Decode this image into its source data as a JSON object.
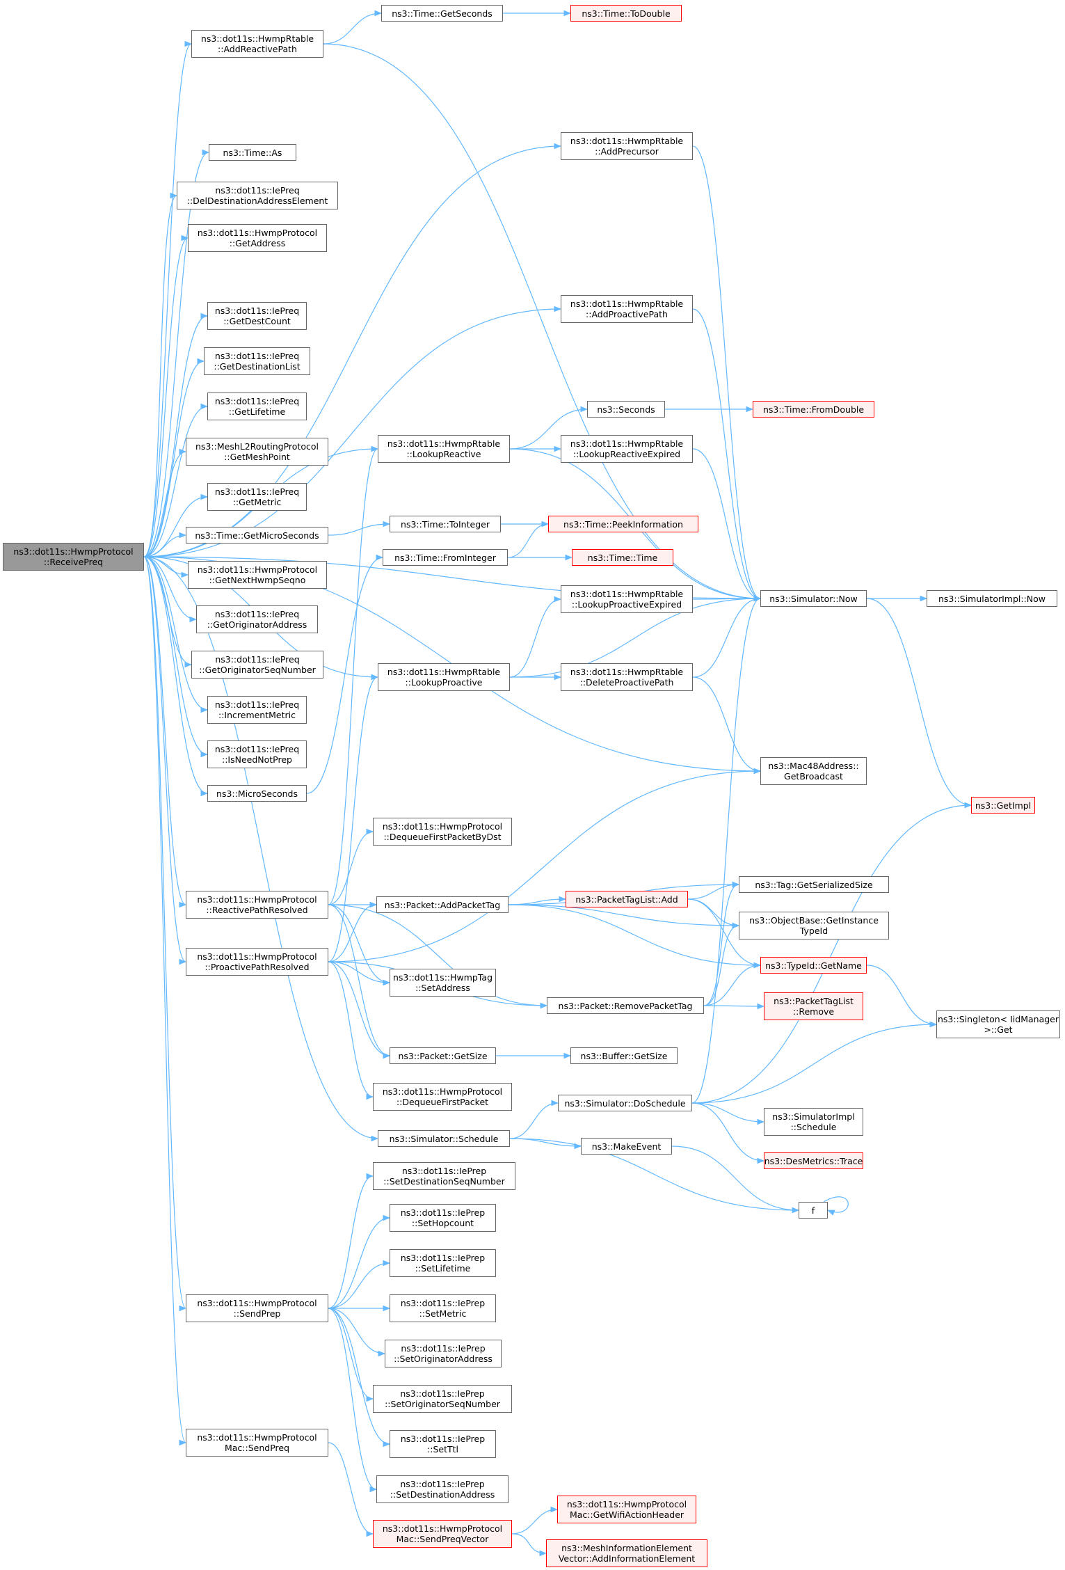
{
  "colors": {
    "edge": "#63b8ff",
    "node_border": "#666666",
    "red_border": "#ff0000",
    "red_fill": "#fff0f0",
    "root_fill": "#999999"
  },
  "nodes": [
    {
      "id": "root",
      "lines": [
        "ns3::dot11s::HwmpProtocol",
        "::ReceivePreq"
      ],
      "style": "root"
    },
    {
      "id": "AddReactivePath",
      "lines": [
        "ns3::dot11s::HwmpRtable",
        "::AddReactivePath"
      ],
      "style": "normal"
    },
    {
      "id": "TimeAs",
      "lines": [
        "ns3::Time::As"
      ],
      "style": "normal"
    },
    {
      "id": "DelDest",
      "lines": [
        "ns3::dot11s::IePreq",
        "::DelDestinationAddressElement"
      ],
      "style": "normal"
    },
    {
      "id": "GetAddress",
      "lines": [
        "ns3::dot11s::HwmpProtocol",
        "::GetAddress"
      ],
      "style": "normal"
    },
    {
      "id": "GetDestCount",
      "lines": [
        "ns3::dot11s::IePreq",
        "::GetDestCount"
      ],
      "style": "normal"
    },
    {
      "id": "GetDestList",
      "lines": [
        "ns3::dot11s::IePreq",
        "::GetDestinationList"
      ],
      "style": "normal"
    },
    {
      "id": "GetLifetime",
      "lines": [
        "ns3::dot11s::IePreq",
        "::GetLifetime"
      ],
      "style": "normal"
    },
    {
      "id": "GetMeshPoint",
      "lines": [
        "ns3::MeshL2RoutingProtocol",
        "::GetMeshPoint"
      ],
      "style": "normal"
    },
    {
      "id": "GetMetric",
      "lines": [
        "ns3::dot11s::IePreq",
        "::GetMetric"
      ],
      "style": "normal"
    },
    {
      "id": "GetMicroSeconds",
      "lines": [
        "ns3::Time::GetMicroSeconds"
      ],
      "style": "normal"
    },
    {
      "id": "GetNextHwmpSeqno",
      "lines": [
        "ns3::dot11s::HwmpProtocol",
        "::GetNextHwmpSeqno"
      ],
      "style": "normal"
    },
    {
      "id": "GetOrigAddr",
      "lines": [
        "ns3::dot11s::IePreq",
        "::GetOriginatorAddress"
      ],
      "style": "normal"
    },
    {
      "id": "GetOrigSeq",
      "lines": [
        "ns3::dot11s::IePreq",
        "::GetOriginatorSeqNumber"
      ],
      "style": "normal"
    },
    {
      "id": "IncMetric",
      "lines": [
        "ns3::dot11s::IePreq",
        "::IncrementMetric"
      ],
      "style": "normal"
    },
    {
      "id": "IsNeedNotPrep",
      "lines": [
        "ns3::dot11s::IePreq",
        "::IsNeedNotPrep"
      ],
      "style": "normal"
    },
    {
      "id": "MicroSeconds",
      "lines": [
        "ns3::MicroSeconds"
      ],
      "style": "normal"
    },
    {
      "id": "ReactivePathResolved",
      "lines": [
        "ns3::dot11s::HwmpProtocol",
        "::ReactivePathResolved"
      ],
      "style": "normal"
    },
    {
      "id": "ProactivePathResolved",
      "lines": [
        "ns3::dot11s::HwmpProtocol",
        "::ProactivePathResolved"
      ],
      "style": "normal"
    },
    {
      "id": "SendPrep",
      "lines": [
        "ns3::dot11s::HwmpProtocol",
        "::SendPrep"
      ],
      "style": "normal"
    },
    {
      "id": "MacSendPreq",
      "lines": [
        "ns3::dot11s::HwmpProtocol",
        "Mac::SendPreq"
      ],
      "style": "normal"
    },
    {
      "id": "GetSeconds",
      "lines": [
        "ns3::Time::GetSeconds"
      ],
      "style": "normal"
    },
    {
      "id": "ToDouble",
      "lines": [
        "ns3::Time::ToDouble"
      ],
      "style": "red"
    },
    {
      "id": "AddPrecursor",
      "lines": [
        "ns3::dot11s::HwmpRtable",
        "::AddPrecursor"
      ],
      "style": "normal"
    },
    {
      "id": "AddProactivePath",
      "lines": [
        "ns3::dot11s::HwmpRtable",
        "::AddProactivePath"
      ],
      "style": "normal"
    },
    {
      "id": "Seconds",
      "lines": [
        "ns3::Seconds"
      ],
      "style": "normal"
    },
    {
      "id": "FromDouble",
      "lines": [
        "ns3::Time::FromDouble"
      ],
      "style": "red"
    },
    {
      "id": "LookupReactive",
      "lines": [
        "ns3::dot11s::HwmpRtable",
        "::LookupReactive"
      ],
      "style": "normal"
    },
    {
      "id": "LookupReactiveExpired",
      "lines": [
        "ns3::dot11s::HwmpRtable",
        "::LookupReactiveExpired"
      ],
      "style": "normal"
    },
    {
      "id": "ToInteger",
      "lines": [
        "ns3::Time::ToInteger"
      ],
      "style": "normal"
    },
    {
      "id": "PeekInformation",
      "lines": [
        "ns3::Time::PeekInformation"
      ],
      "style": "red"
    },
    {
      "id": "FromInteger",
      "lines": [
        "ns3::Time::FromInteger"
      ],
      "style": "normal"
    },
    {
      "id": "TimeTime",
      "lines": [
        "ns3::Time::Time"
      ],
      "style": "red"
    },
    {
      "id": "LookupProactiveExpired",
      "lines": [
        "ns3::dot11s::HwmpRtable",
        "::LookupProactiveExpired"
      ],
      "style": "normal"
    },
    {
      "id": "SimNow",
      "lines": [
        "ns3::Simulator::Now"
      ],
      "style": "normal"
    },
    {
      "id": "SimImplNow",
      "lines": [
        "ns3::SimulatorImpl::Now"
      ],
      "style": "normal"
    },
    {
      "id": "LookupProactive",
      "lines": [
        "ns3::dot11s::HwmpRtable",
        "::LookupProactive"
      ],
      "style": "normal"
    },
    {
      "id": "DeleteProactivePath",
      "lines": [
        "ns3::dot11s::HwmpRtable",
        "::DeleteProactivePath"
      ],
      "style": "normal"
    },
    {
      "id": "GetBroadcast",
      "lines": [
        "ns3::Mac48Address::",
        "GetBroadcast"
      ],
      "style": "normal"
    },
    {
      "id": "GetImpl",
      "lines": [
        "ns3::GetImpl"
      ],
      "style": "red"
    },
    {
      "id": "DequeueByDst",
      "lines": [
        "ns3::dot11s::HwmpProtocol",
        "::DequeueFirstPacketByDst"
      ],
      "style": "normal"
    },
    {
      "id": "AddPacketTag",
      "lines": [
        "ns3::Packet::AddPacketTag"
      ],
      "style": "normal"
    },
    {
      "id": "PTLAdd",
      "lines": [
        "ns3::PacketTagList::Add"
      ],
      "style": "red"
    },
    {
      "id": "TagGetSerSize",
      "lines": [
        "ns3::Tag::GetSerializedSize"
      ],
      "style": "normal"
    },
    {
      "id": "GetInstanceTypeId",
      "lines": [
        "ns3::ObjectBase::GetInstance",
        "TypeId"
      ],
      "style": "normal"
    },
    {
      "id": "TypeIdGetName",
      "lines": [
        "ns3::TypeId::GetName"
      ],
      "style": "red"
    },
    {
      "id": "HwmpTagSetAddress",
      "lines": [
        "ns3::dot11s::HwmpTag",
        "::SetAddress"
      ],
      "style": "normal"
    },
    {
      "id": "RemovePacketTag",
      "lines": [
        "ns3::Packet::RemovePacketTag"
      ],
      "style": "normal"
    },
    {
      "id": "PTLRemove",
      "lines": [
        "ns3::PacketTagList",
        "::Remove"
      ],
      "style": "red"
    },
    {
      "id": "SingletonGet",
      "lines": [
        "ns3::Singleton< IidManager",
        ">::Get"
      ],
      "style": "normal"
    },
    {
      "id": "PacketGetSize",
      "lines": [
        "ns3::Packet::GetSize"
      ],
      "style": "normal"
    },
    {
      "id": "BufferGetSize",
      "lines": [
        "ns3::Buffer::GetSize"
      ],
      "style": "normal"
    },
    {
      "id": "DequeueFirst",
      "lines": [
        "ns3::dot11s::HwmpProtocol",
        "::DequeueFirstPacket"
      ],
      "style": "normal"
    },
    {
      "id": "DoSchedule",
      "lines": [
        "ns3::Simulator::DoSchedule"
      ],
      "style": "normal"
    },
    {
      "id": "SimImplSchedule",
      "lines": [
        "ns3::SimulatorImpl",
        "::Schedule"
      ],
      "style": "normal"
    },
    {
      "id": "SimSchedule",
      "lines": [
        "ns3::Simulator::Schedule"
      ],
      "style": "normal"
    },
    {
      "id": "MakeEvent",
      "lines": [
        "ns3::MakeEvent"
      ],
      "style": "normal"
    },
    {
      "id": "DesTrace",
      "lines": [
        "ns3::DesMetrics::Trace"
      ],
      "style": "red"
    },
    {
      "id": "f",
      "lines": [
        "f"
      ],
      "style": "normal"
    },
    {
      "id": "SetDestSeq",
      "lines": [
        "ns3::dot11s::IePrep",
        "::SetDestinationSeqNumber"
      ],
      "style": "normal"
    },
    {
      "id": "SetHopcount",
      "lines": [
        "ns3::dot11s::IePrep",
        "::SetHopcount"
      ],
      "style": "normal"
    },
    {
      "id": "SetLifetime",
      "lines": [
        "ns3::dot11s::IePrep",
        "::SetLifetime"
      ],
      "style": "normal"
    },
    {
      "id": "SetMetric",
      "lines": [
        "ns3::dot11s::IePrep",
        "::SetMetric"
      ],
      "style": "normal"
    },
    {
      "id": "SetOrigAddr",
      "lines": [
        "ns3::dot11s::IePrep",
        "::SetOriginatorAddress"
      ],
      "style": "normal"
    },
    {
      "id": "SetOrigSeq",
      "lines": [
        "ns3::dot11s::IePrep",
        "::SetOriginatorSeqNumber"
      ],
      "style": "normal"
    },
    {
      "id": "SetTtl",
      "lines": [
        "ns3::dot11s::IePrep",
        "::SetTtl"
      ],
      "style": "normal"
    },
    {
      "id": "SetDestAddr",
      "lines": [
        "ns3::dot11s::IePrep",
        "::SetDestinationAddress"
      ],
      "style": "normal"
    },
    {
      "id": "SendPreqVector",
      "lines": [
        "ns3::dot11s::HwmpProtocol",
        "Mac::SendPreqVector"
      ],
      "style": "red"
    },
    {
      "id": "GetWifiActionHeader",
      "lines": [
        "ns3::dot11s::HwmpProtocol",
        "Mac::GetWifiActionHeader"
      ],
      "style": "red"
    },
    {
      "id": "AddInfoElement",
      "lines": [
        "ns3::MeshInformationElement",
        "Vector::AddInformationElement"
      ],
      "style": "red"
    }
  ],
  "edges": [
    [
      "root",
      "AddReactivePath"
    ],
    [
      "root",
      "TimeAs"
    ],
    [
      "root",
      "DelDest"
    ],
    [
      "root",
      "GetAddress"
    ],
    [
      "root",
      "GetDestCount"
    ],
    [
      "root",
      "GetDestList"
    ],
    [
      "root",
      "GetLifetime"
    ],
    [
      "root",
      "GetMeshPoint"
    ],
    [
      "root",
      "GetMetric"
    ],
    [
      "root",
      "GetMicroSeconds"
    ],
    [
      "root",
      "GetNextHwmpSeqno"
    ],
    [
      "root",
      "GetOrigAddr"
    ],
    [
      "root",
      "GetOrigSeq"
    ],
    [
      "root",
      "IncMetric"
    ],
    [
      "root",
      "IsNeedNotPrep"
    ],
    [
      "root",
      "MicroSeconds"
    ],
    [
      "root",
      "ReactivePathResolved"
    ],
    [
      "root",
      "ProactivePathResolved"
    ],
    [
      "root",
      "SendPrep"
    ],
    [
      "root",
      "MacSendPreq"
    ],
    [
      "root",
      "AddPrecursor"
    ],
    [
      "root",
      "AddProactivePath"
    ],
    [
      "root",
      "LookupReactive"
    ],
    [
      "root",
      "LookupProactive"
    ],
    [
      "root",
      "GetBroadcast"
    ],
    [
      "root",
      "SimNow"
    ],
    [
      "root",
      "SimSchedule"
    ],
    [
      "AddReactivePath",
      "GetSeconds"
    ],
    [
      "AddReactivePath",
      "SimNow"
    ],
    [
      "GetSeconds",
      "ToDouble"
    ],
    [
      "AddPrecursor",
      "SimNow"
    ],
    [
      "AddProactivePath",
      "SimNow"
    ],
    [
      "LookupReactive",
      "Seconds"
    ],
    [
      "LookupReactive",
      "LookupReactiveExpired"
    ],
    [
      "LookupReactive",
      "SimNow"
    ],
    [
      "Seconds",
      "FromDouble"
    ],
    [
      "LookupReactiveExpired",
      "SimNow"
    ],
    [
      "GetMicroSeconds",
      "ToInteger"
    ],
    [
      "ToInteger",
      "PeekInformation"
    ],
    [
      "FromInteger",
      "PeekInformation"
    ],
    [
      "FromInteger",
      "TimeTime"
    ],
    [
      "MicroSeconds",
      "FromInteger"
    ],
    [
      "LookupProactive",
      "LookupProactiveExpired"
    ],
    [
      "LookupProactive",
      "SimNow"
    ],
    [
      "LookupProactive",
      "DeleteProactivePath"
    ],
    [
      "LookupProactiveExpired",
      "SimNow"
    ],
    [
      "DeleteProactivePath",
      "SimNow"
    ],
    [
      "DeleteProactivePath",
      "GetBroadcast"
    ],
    [
      "SimNow",
      "SimImplNow"
    ],
    [
      "SimNow",
      "GetImpl"
    ],
    [
      "ReactivePathResolved",
      "LookupReactive"
    ],
    [
      "ReactivePathResolved",
      "DequeueByDst"
    ],
    [
      "ReactivePathResolved",
      "AddPacketTag"
    ],
    [
      "ReactivePathResolved",
      "HwmpTagSetAddress"
    ],
    [
      "ReactivePathResolved",
      "RemovePacketTag"
    ],
    [
      "ReactivePathResolved",
      "PacketGetSize"
    ],
    [
      "ProactivePathResolved",
      "LookupProactive"
    ],
    [
      "ProactivePathResolved",
      "GetBroadcast"
    ],
    [
      "ProactivePathResolved",
      "AddPacketTag"
    ],
    [
      "ProactivePathResolved",
      "HwmpTagSetAddress"
    ],
    [
      "ProactivePathResolved",
      "RemovePacketTag"
    ],
    [
      "ProactivePathResolved",
      "PacketGetSize"
    ],
    [
      "ProactivePathResolved",
      "DequeueFirst"
    ],
    [
      "AddPacketTag",
      "PTLAdd"
    ],
    [
      "AddPacketTag",
      "TagGetSerSize"
    ],
    [
      "AddPacketTag",
      "GetInstanceTypeId"
    ],
    [
      "AddPacketTag",
      "TypeIdGetName"
    ],
    [
      "PTLAdd",
      "TagGetSerSize"
    ],
    [
      "PTLAdd",
      "GetInstanceTypeId"
    ],
    [
      "PTLAdd",
      "TypeIdGetName"
    ],
    [
      "RemovePacketTag",
      "TagGetSerSize"
    ],
    [
      "RemovePacketTag",
      "GetInstanceTypeId"
    ],
    [
      "RemovePacketTag",
      "TypeIdGetName"
    ],
    [
      "RemovePacketTag",
      "PTLRemove"
    ],
    [
      "TypeIdGetName",
      "SingletonGet"
    ],
    [
      "PacketGetSize",
      "BufferGetSize"
    ],
    [
      "SimSchedule",
      "DoSchedule"
    ],
    [
      "SimSchedule",
      "MakeEvent"
    ],
    [
      "SimSchedule",
      "f"
    ],
    [
      "DoSchedule",
      "SimNow"
    ],
    [
      "DoSchedule",
      "GetImpl"
    ],
    [
      "DoSchedule",
      "SingletonGet"
    ],
    [
      "DoSchedule",
      "SimImplSchedule"
    ],
    [
      "DoSchedule",
      "DesTrace"
    ],
    [
      "MakeEvent",
      "f"
    ],
    [
      "f",
      "f"
    ],
    [
      "SendPrep",
      "SetDestSeq"
    ],
    [
      "SendPrep",
      "SetHopcount"
    ],
    [
      "SendPrep",
      "SetLifetime"
    ],
    [
      "SendPrep",
      "SetMetric"
    ],
    [
      "SendPrep",
      "SetOrigAddr"
    ],
    [
      "SendPrep",
      "SetOrigSeq"
    ],
    [
      "SendPrep",
      "SetTtl"
    ],
    [
      "SendPrep",
      "SetDestAddr"
    ],
    [
      "MacSendPreq",
      "SendPreqVector"
    ],
    [
      "SendPreqVector",
      "GetWifiActionHeader"
    ],
    [
      "SendPreqVector",
      "AddInfoElement"
    ]
  ]
}
